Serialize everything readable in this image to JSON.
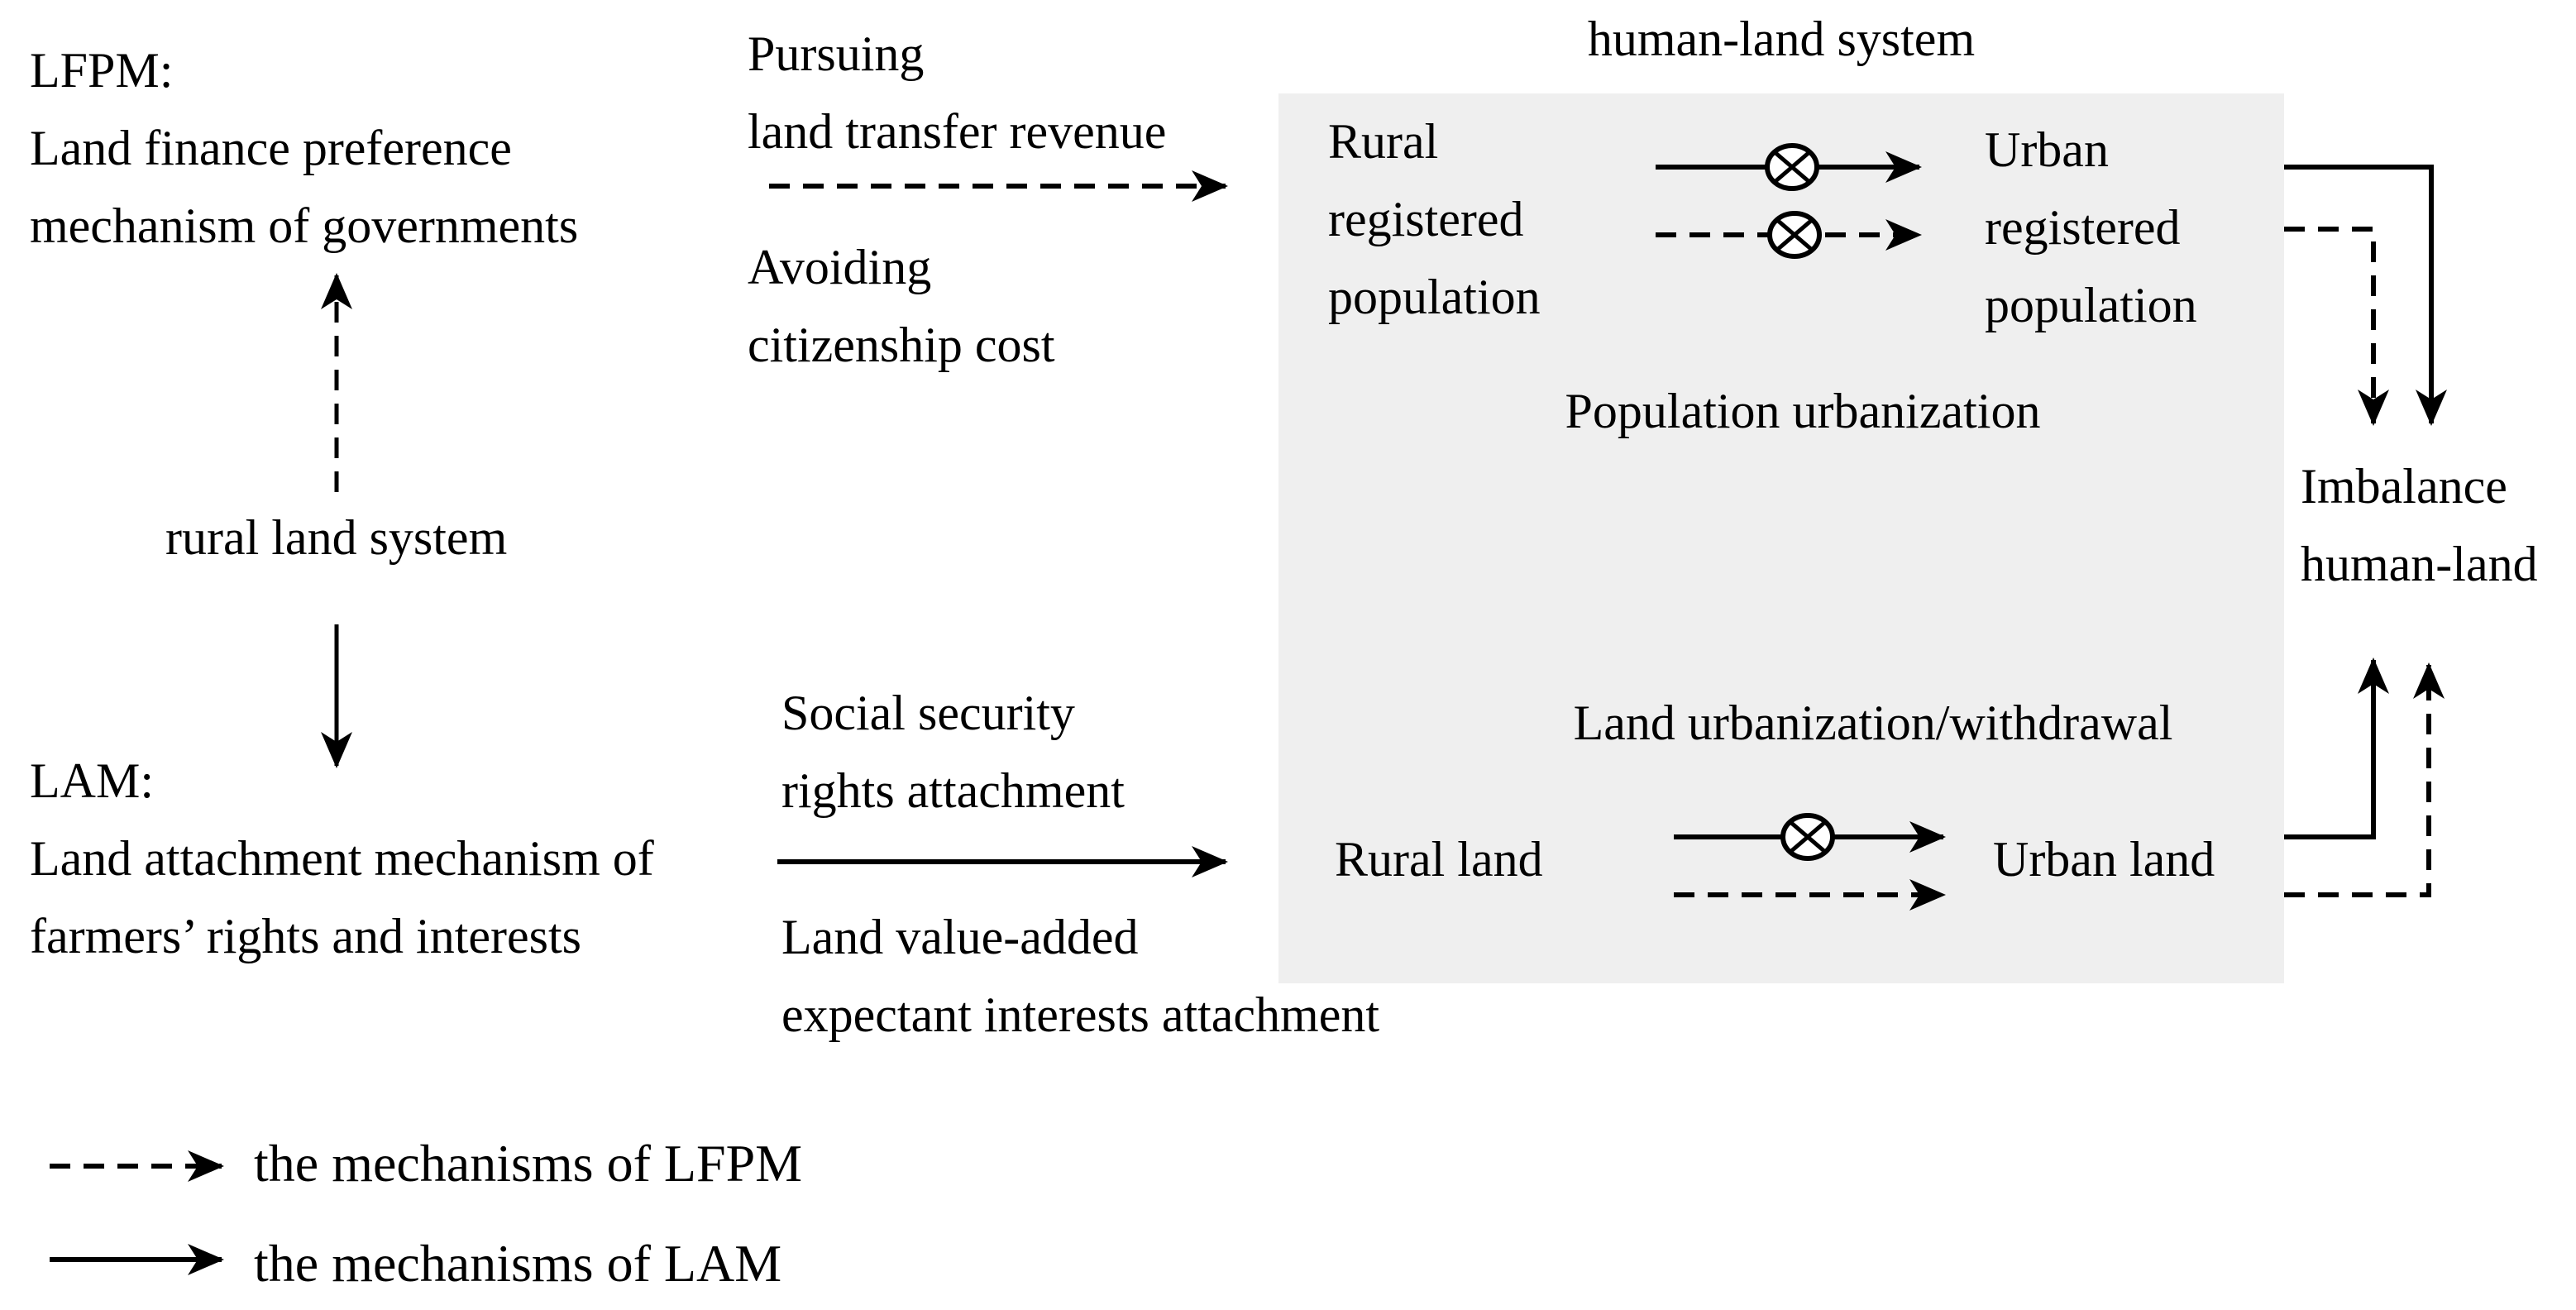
{
  "colors": {
    "background": "#ffffff",
    "system_box_bg": "#efefef",
    "ink": "#000000"
  },
  "left": {
    "lfpm": {
      "line1": "LFPM:",
      "line2": "Land finance preference",
      "line3": "mechanism of governments"
    },
    "rural_land_system": "rural land system",
    "lam": {
      "line1": "LAM:",
      "line2": "Land attachment mechanism of",
      "line3": "farmers’ rights and interests"
    }
  },
  "middle": {
    "pursuing": {
      "line1": "Pursuing",
      "line2": "land transfer revenue"
    },
    "avoiding": {
      "line1": "Avoiding",
      "line2": "citizenship cost"
    },
    "social_security": {
      "line1": "Social security",
      "line2": "rights attachment"
    },
    "land_value": {
      "line1": "Land value-added",
      "line2": "expectant interests attachment"
    }
  },
  "system": {
    "title": "human-land system",
    "rural_population": {
      "line1": "Rural",
      "line2": "registered",
      "line3": "population"
    },
    "urban_population": {
      "line1": "Urban",
      "line2": "registered",
      "line3": "population"
    },
    "population_urbanization": "Population urbanization",
    "land_urbanization": "Land urbanization/withdrawal",
    "rural_land": "Rural land",
    "urban_land": "Urban land"
  },
  "right": {
    "imbalance": {
      "line1": "Imbalance",
      "line2": "human-land"
    }
  },
  "legend": {
    "lfpm_label": "the mechanisms of LFPM",
    "lam_label": "the mechanisms of LAM"
  }
}
